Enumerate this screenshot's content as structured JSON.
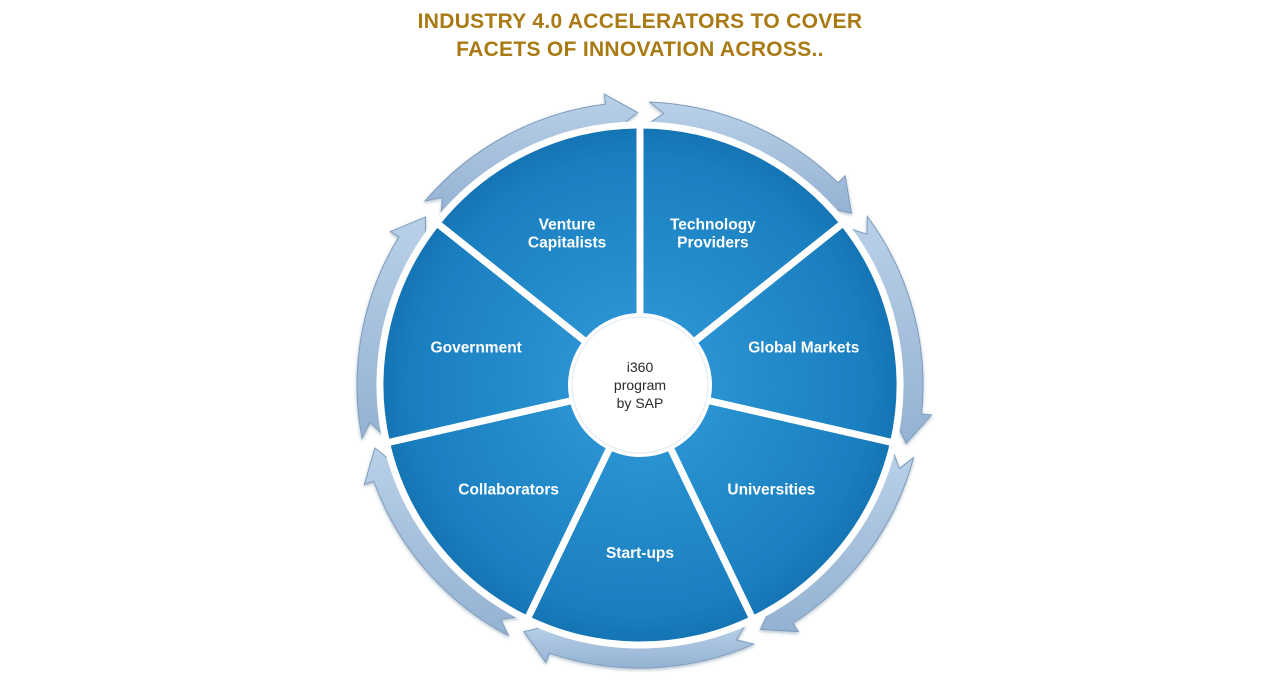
{
  "colors": {
    "title": "#a97a14",
    "segment": "#1f86c6",
    "segment_dark": "#0f6aa8",
    "arrow_ring": "#a9c3de",
    "divider": "#ffffff",
    "center": "#ffffff"
  },
  "title": {
    "line1": "INDUSTRY 4.0 ACCELERATORS TO COVER",
    "line2": "FACETS OF INNOVATION ACROSS.."
  },
  "center": {
    "lines": [
      "i360",
      "program",
      "by SAP"
    ]
  },
  "segments": [
    {
      "key": "technology-providers",
      "lines": [
        "Technology",
        "Providers"
      ]
    },
    {
      "key": "global-markets",
      "lines": [
        "Global Markets"
      ]
    },
    {
      "key": "universities",
      "lines": [
        "Universities"
      ]
    },
    {
      "key": "start-ups",
      "lines": [
        "Start-ups"
      ]
    },
    {
      "key": "collaborators",
      "lines": [
        "Collaborators"
      ]
    },
    {
      "key": "government",
      "lines": [
        "Government"
      ]
    },
    {
      "key": "venture-capitalists",
      "lines": [
        "Venture",
        "Capitalists"
      ]
    }
  ]
}
